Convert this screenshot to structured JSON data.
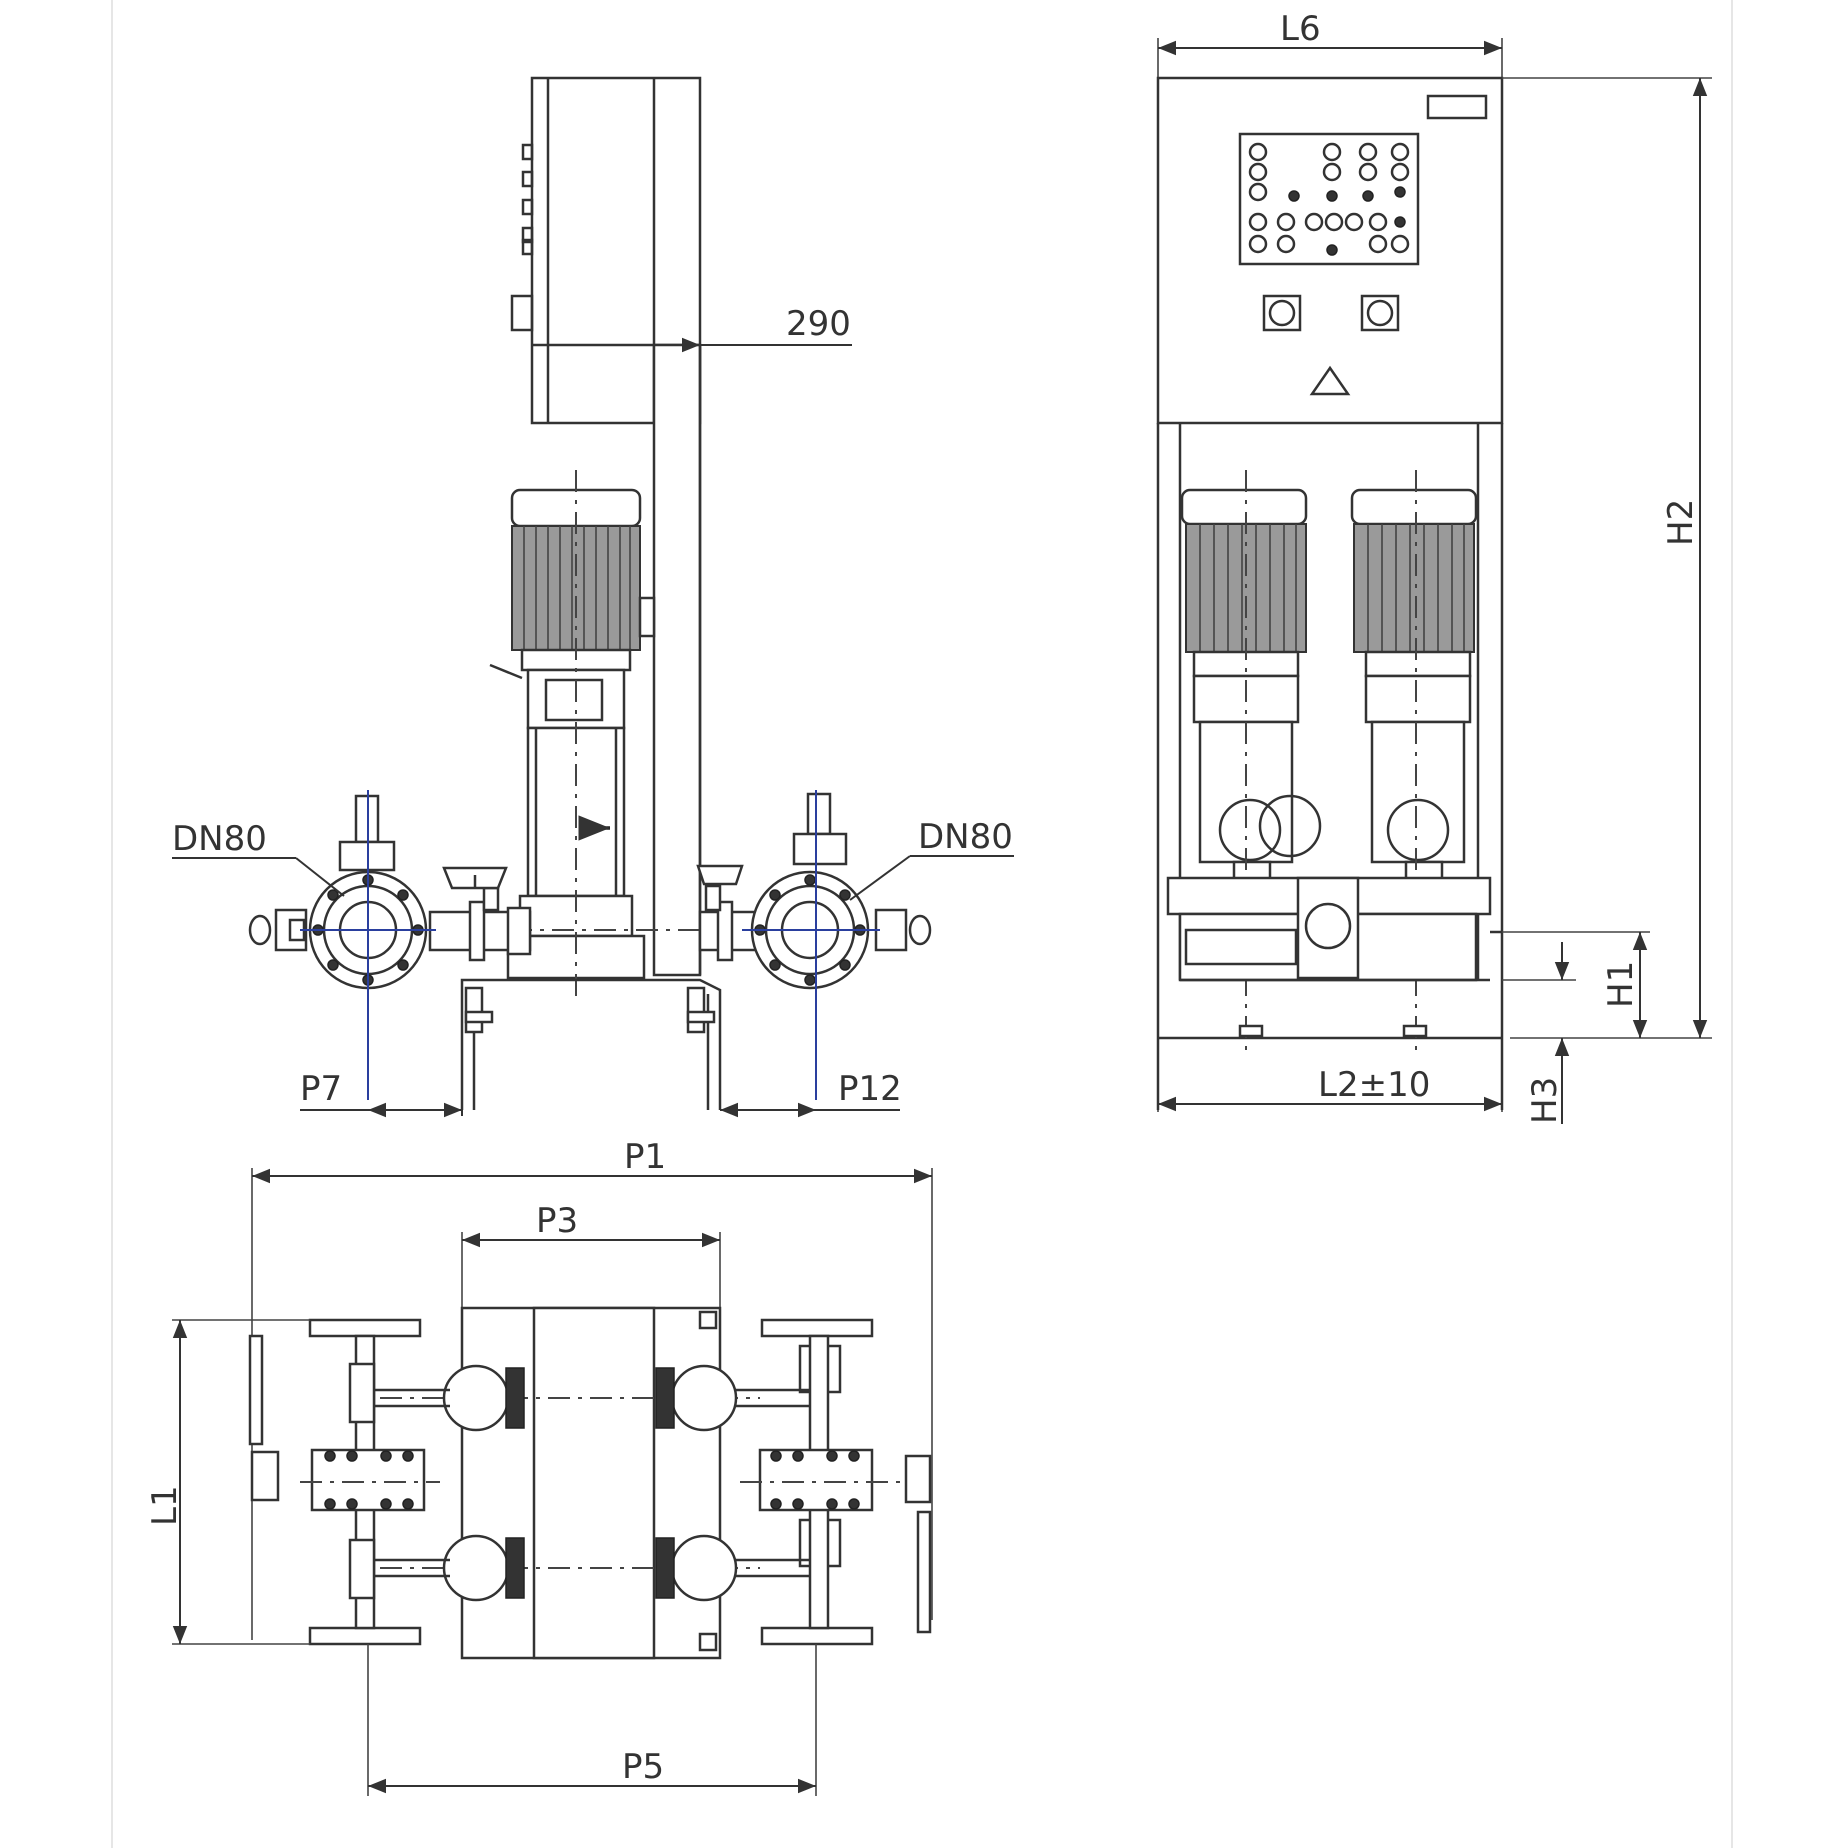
{
  "labels": {
    "d290": "290",
    "dn80_left": "DN80",
    "dn80_right": "DN80",
    "p7": "P7",
    "p12": "P12",
    "p1": "P1",
    "p3": "P3",
    "p5": "P5",
    "l1": "L1",
    "l6": "L6",
    "h2": "H2",
    "h1": "H1",
    "h3": "H3",
    "l2": "L2±10"
  }
}
